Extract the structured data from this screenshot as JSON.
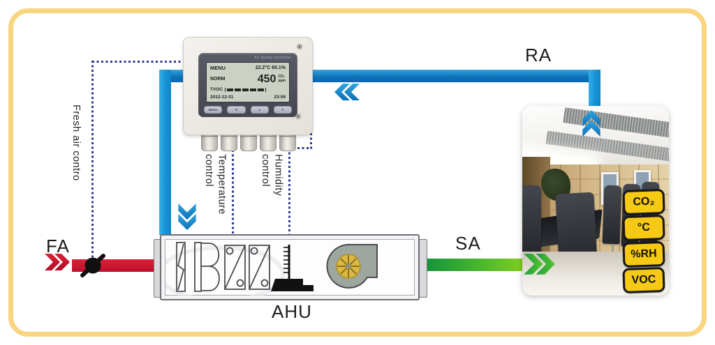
{
  "labels": {
    "ra": "RA",
    "fa": "FA",
    "sa": "SA",
    "ahu": "AHU",
    "fresh_air_control": "Fresh air contro",
    "temperature_control": {
      "line1": "Temperature",
      "line2": "control"
    },
    "humidity_control": {
      "line1": "Humidity",
      "line2": "control"
    }
  },
  "controller": {
    "brand": "Air Quality Controller",
    "lcd": {
      "menu": "MENU",
      "temperature": "22.2°C",
      "humidity": "60.1%",
      "mode": "NORM",
      "co2_value": "450",
      "co2_unit": "CO₂",
      "co2_unit2": "ppm",
      "tvoc_label": "TVOC",
      "date": "2012-12-31",
      "time": "23:59"
    },
    "buttons": [
      "MENU",
      "⏎",
      "▲",
      "▼"
    ]
  },
  "room_badges": {
    "co2": "CO₂",
    "temperature": "°C",
    "humidity": "%RH",
    "voc": "VOC"
  },
  "colors": {
    "frame_border": "#F8D57E",
    "return_air_blue": "#0E74BB",
    "supply_air_green": "#36B44A",
    "fresh_air_red": "#C8102E",
    "control_line_blue": "#2B3990",
    "badge_yellow": "#F6C914"
  }
}
